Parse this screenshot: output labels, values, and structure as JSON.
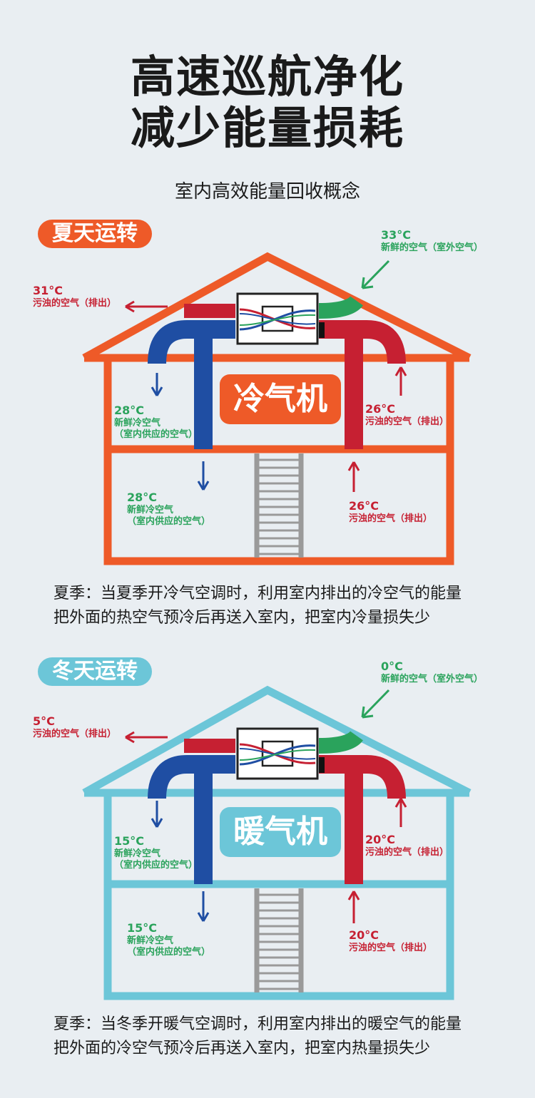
{
  "header": {
    "title_line1": "高速巡航净化",
    "title_line2": "减少能量损耗",
    "subtitle": "室内高效能量回收概念"
  },
  "summer": {
    "badge": "夏天运转",
    "machine": "冷气机",
    "color": "#ee5a28",
    "outdoor_in": {
      "temp": "33°C",
      "text": "新鲜的空气（室外空气）"
    },
    "exhaust_out": {
      "temp": "31°C",
      "text": "污浊的空气（排出）"
    },
    "supply_upper": {
      "temp": "28°C",
      "line1": "新鲜冷空气",
      "line2": "（室内供应的空气）"
    },
    "return_upper": {
      "temp": "26°C",
      "text": "污浊的空气（排出）"
    },
    "supply_lower": {
      "temp": "28°C",
      "line1": "新鲜冷空气",
      "line2": "（室内供应的空气）"
    },
    "return_lower": {
      "temp": "26°C",
      "text": "污浊的空气（排出）"
    },
    "description_line1": "夏季：当夏季开冷气空调时，利用室内排出的冷空气的能量",
    "description_line2": "把外面的热空气预冷后再送入室内，把室内冷量损失少"
  },
  "winter": {
    "badge": "冬天运转",
    "machine": "暖气机",
    "color": "#6cc6d8",
    "outdoor_in": {
      "temp": "0°C",
      "text": "新鲜的空气（室外空气）"
    },
    "exhaust_out": {
      "temp": "5°C",
      "text": "污浊的空气（排出）"
    },
    "supply_upper": {
      "temp": "15°C",
      "line1": "新鲜冷空气",
      "line2": "（室内供应的空气）"
    },
    "return_upper": {
      "temp": "20°C",
      "text": "污浊的空气（排出）"
    },
    "supply_lower": {
      "temp": "15°C",
      "line1": "新鲜冷空气",
      "line2": "（室内供应的空气）"
    },
    "return_lower": {
      "temp": "20°C",
      "text": "污浊的空气（排出）"
    },
    "description_line1": "夏季：当冬季开暖气空调时，利用室内排出的暖空气的能量",
    "description_line2": "把外面的冷空气预冷后再送入室内，把室内热量损失少"
  },
  "colors": {
    "supply_duct": "#1f4ea3",
    "exhaust_duct": "#c62032",
    "fresh_duct": "#2aa35c",
    "stairs": "#9a9a9a"
  }
}
